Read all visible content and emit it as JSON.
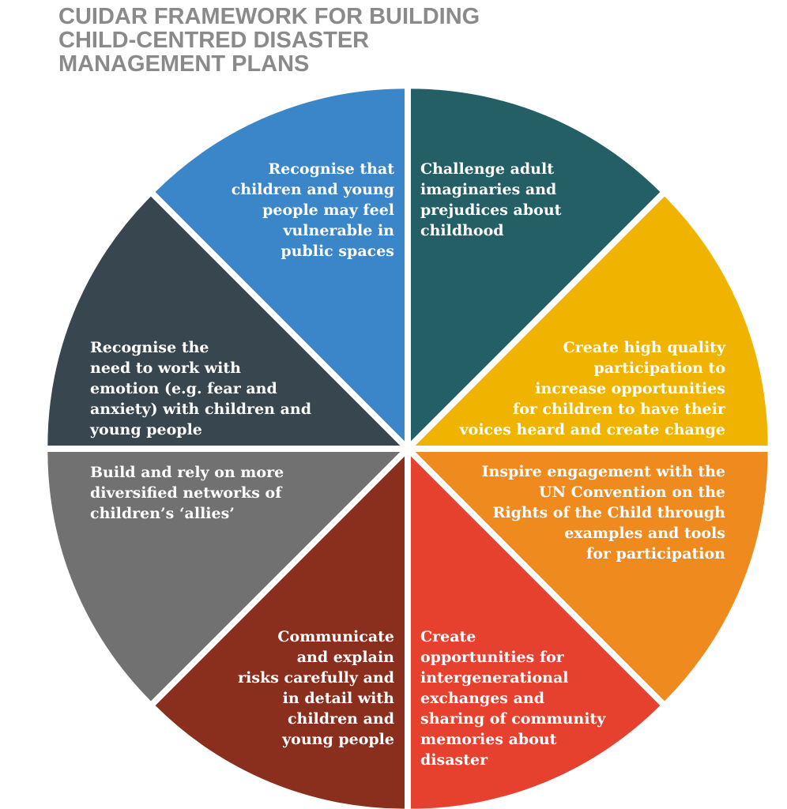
{
  "title": {
    "lines": [
      "CUIDAR FRAMEWORK FOR BUILDING",
      "CHILD-CENTRED DISASTER",
      "MANAGEMENT PLANS"
    ]
  },
  "colors": {
    "title": "#8a8a8a",
    "gap": "#ffffff",
    "text": "#ffffff"
  },
  "segments": [
    {
      "id": "challenge-adult-imaginaries",
      "color": "#245f66",
      "lines": [
        "Challenge adult",
        "imaginaries and",
        "prejudices about",
        "childhood"
      ]
    },
    {
      "id": "create-high-quality-participation",
      "color": "#f0b400",
      "lines": [
        "Create high quality",
        "participation to",
        "increase opportunities",
        "for children to have their",
        "voices heard and create change"
      ]
    },
    {
      "id": "inspire-engagement-uncrc",
      "color": "#ef8a1f",
      "lines": [
        "Inspire engagement with the",
        "UN  Convention on the",
        "Rights of the Child through",
        "examples and tools",
        "for participation"
      ]
    },
    {
      "id": "create-intergenerational-opportunities",
      "color": "#e6402f",
      "lines": [
        "Create",
        "opportunities for",
        "intergenerational",
        "exchanges and",
        "sharing of community",
        "memories about",
        "disaster"
      ]
    },
    {
      "id": "communicate-and-explain-risks",
      "color": "#8a2e1d",
      "lines": [
        "Communicate",
        "and explain",
        "risks carefully and",
        "in detail with",
        "children and",
        "young people"
      ]
    },
    {
      "id": "build-networks-of-allies",
      "color": "#717171",
      "lines": [
        "Build and rely on more",
        "diversified networks of",
        "children’s ‘allies’"
      ]
    },
    {
      "id": "work-with-emotion",
      "color": "#37464f",
      "lines": [
        "Recognise the",
        "need to work with",
        "emotion (e.g. fear and",
        "anxiety) with children and",
        "young people"
      ]
    },
    {
      "id": "feel-vulnerable-in-public-spaces",
      "color": "#3a86c8",
      "lines": [
        "Recognise that",
        "children and young",
        "people may feel",
        "vulnerable in",
        "public spaces"
      ]
    }
  ]
}
